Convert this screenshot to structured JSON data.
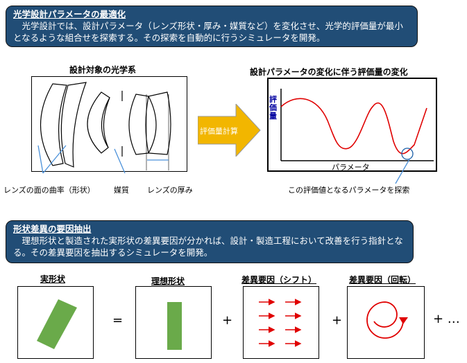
{
  "section1": {
    "title": "光学設計パラメータの最適化",
    "body": "　光学設計では、設計パラメータ（レンズ形状・厚み・媒質など）を変化させ、光学的評価量が最小となるような組合せを探索する。その探索を自動的に行うシミュレータを開発。"
  },
  "optics": {
    "title": "設計対象の光学系",
    "label_curvature": "レンズの面の曲率（形状）",
    "label_medium": "媒質",
    "label_thickness": "レンズの厚み"
  },
  "arrow_label": "評価量計算",
  "graph": {
    "title": "設計パラメータの変化に伴う評価量の変化",
    "ylabel": "評価量",
    "xlabel": "パラメータ",
    "annotation": "この評価値となるパラメータを探索"
  },
  "section2": {
    "title": "形状差異の要因抽出",
    "body": "　理想形状と製造された実形状の差異要因が分かれば、設計・製造工程において改善を行う指針となる。その差異要因を抽出するシミュレータを開発。"
  },
  "shapes": {
    "actual": "実形状",
    "ideal": "理想形状",
    "shift": "差異要因（シフト）",
    "rotation": "差異要因（回転）",
    "eq": "=",
    "plus": "+",
    "plus_more": "+ …"
  },
  "colors": {
    "banner": "#214d76",
    "arrow": "#f2b600",
    "shape": "#6aaa4a",
    "red": "#e00000"
  }
}
